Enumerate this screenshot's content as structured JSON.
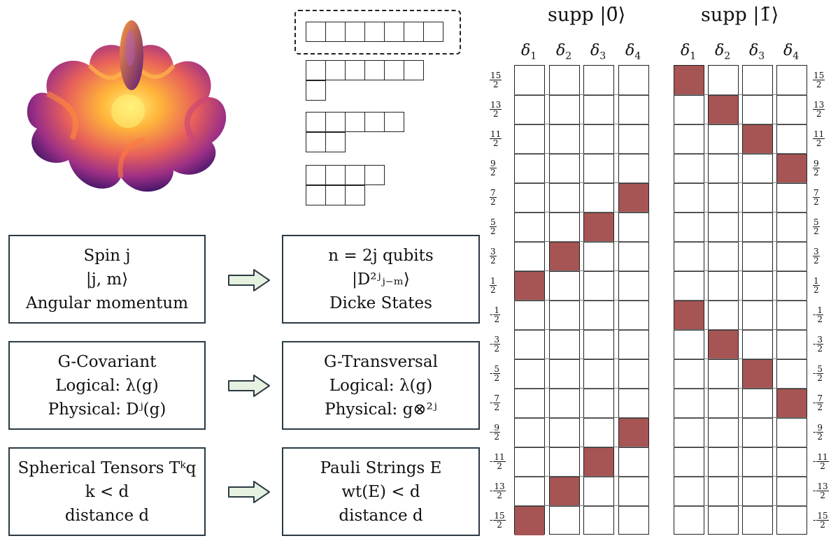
{
  "boxes": [
    {
      "id": "spin",
      "lines": [
        "Spin j",
        "|j, m⟩",
        "Angular momentum"
      ]
    },
    {
      "id": "dicke",
      "lines": [
        "n = 2j qubits",
        "|D²ʲⱼ₋ₘ⟩",
        "Dicke States"
      ]
    },
    {
      "id": "covariant",
      "lines": [
        "G-Covariant",
        "Logical: λ(g)",
        "Physical: Dʲ(g)"
      ]
    },
    {
      "id": "transversal",
      "lines": [
        "G-Transversal",
        "Logical: λ(g)",
        "Physical: g⊗²ʲ"
      ]
    },
    {
      "id": "tensors",
      "lines": [
        "Spherical Tensors Tᵏq",
        "k < d",
        "distance d"
      ]
    },
    {
      "id": "pauli",
      "lines": [
        "Pauli Strings E",
        "wt(E) < d",
        "distance d"
      ]
    }
  ],
  "young_diagrams": [
    {
      "rows": [
        7
      ],
      "highlighted": true
    },
    {
      "rows": [
        6,
        1
      ],
      "highlighted": false
    },
    {
      "rows": [
        5,
        2
      ],
      "highlighted": false
    },
    {
      "rows": [
        4,
        3
      ],
      "highlighted": false
    }
  ],
  "support": {
    "headers": [
      "supp |0̄⟩",
      "supp |1̄⟩"
    ],
    "delta_labels": [
      "δ1",
      "δ2",
      "δ3",
      "δ4"
    ],
    "m_values": [
      {
        "sign": "",
        "num": "15",
        "den": "2"
      },
      {
        "sign": "",
        "num": "13",
        "den": "2"
      },
      {
        "sign": "",
        "num": "11",
        "den": "2"
      },
      {
        "sign": "",
        "num": "9",
        "den": "2"
      },
      {
        "sign": "",
        "num": "7",
        "den": "2"
      },
      {
        "sign": "",
        "num": "5",
        "den": "2"
      },
      {
        "sign": "",
        "num": "3",
        "den": "2"
      },
      {
        "sign": "",
        "num": "1",
        "den": "2"
      },
      {
        "sign": "-",
        "num": "1",
        "den": "2"
      },
      {
        "sign": "-",
        "num": "3",
        "den": "2"
      },
      {
        "sign": "-",
        "num": "5",
        "den": "2"
      },
      {
        "sign": "-",
        "num": "7",
        "den": "2"
      },
      {
        "sign": "-",
        "num": "9",
        "den": "2"
      },
      {
        "sign": "-",
        "num": "11",
        "den": "2"
      },
      {
        "sign": "-",
        "num": "13",
        "den": "2"
      },
      {
        "sign": "-",
        "num": "15",
        "den": "2"
      }
    ],
    "filled_zero": [
      [
        0,
        7
      ],
      [
        1,
        6
      ],
      [
        2,
        5
      ],
      [
        3,
        4
      ],
      [
        3,
        12
      ],
      [
        2,
        13
      ],
      [
        1,
        14
      ],
      [
        0,
        15
      ]
    ],
    "filled_one": [
      [
        0,
        0
      ],
      [
        1,
        1
      ],
      [
        2,
        2
      ],
      [
        3,
        3
      ],
      [
        0,
        8
      ],
      [
        1,
        9
      ],
      [
        2,
        10
      ],
      [
        3,
        11
      ]
    ],
    "fill_color": "#a75454"
  },
  "colors": {
    "box_border": "#2b3a44",
    "arrow_fill": "#e6f1e0"
  }
}
